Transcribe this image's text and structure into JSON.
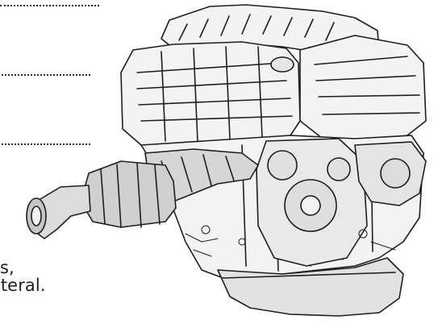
{
  "caption": {
    "line1": "s,",
    "line2": "keting collateral."
  },
  "illustration": {
    "icon": "engine-illustration"
  },
  "colors": {
    "background": "#ffffff",
    "line_art": "#1e1e1e",
    "fill_light": "#f3f3f3",
    "fill_mid": "#dcdcdc",
    "fill_dark": "#9a9a9a"
  }
}
